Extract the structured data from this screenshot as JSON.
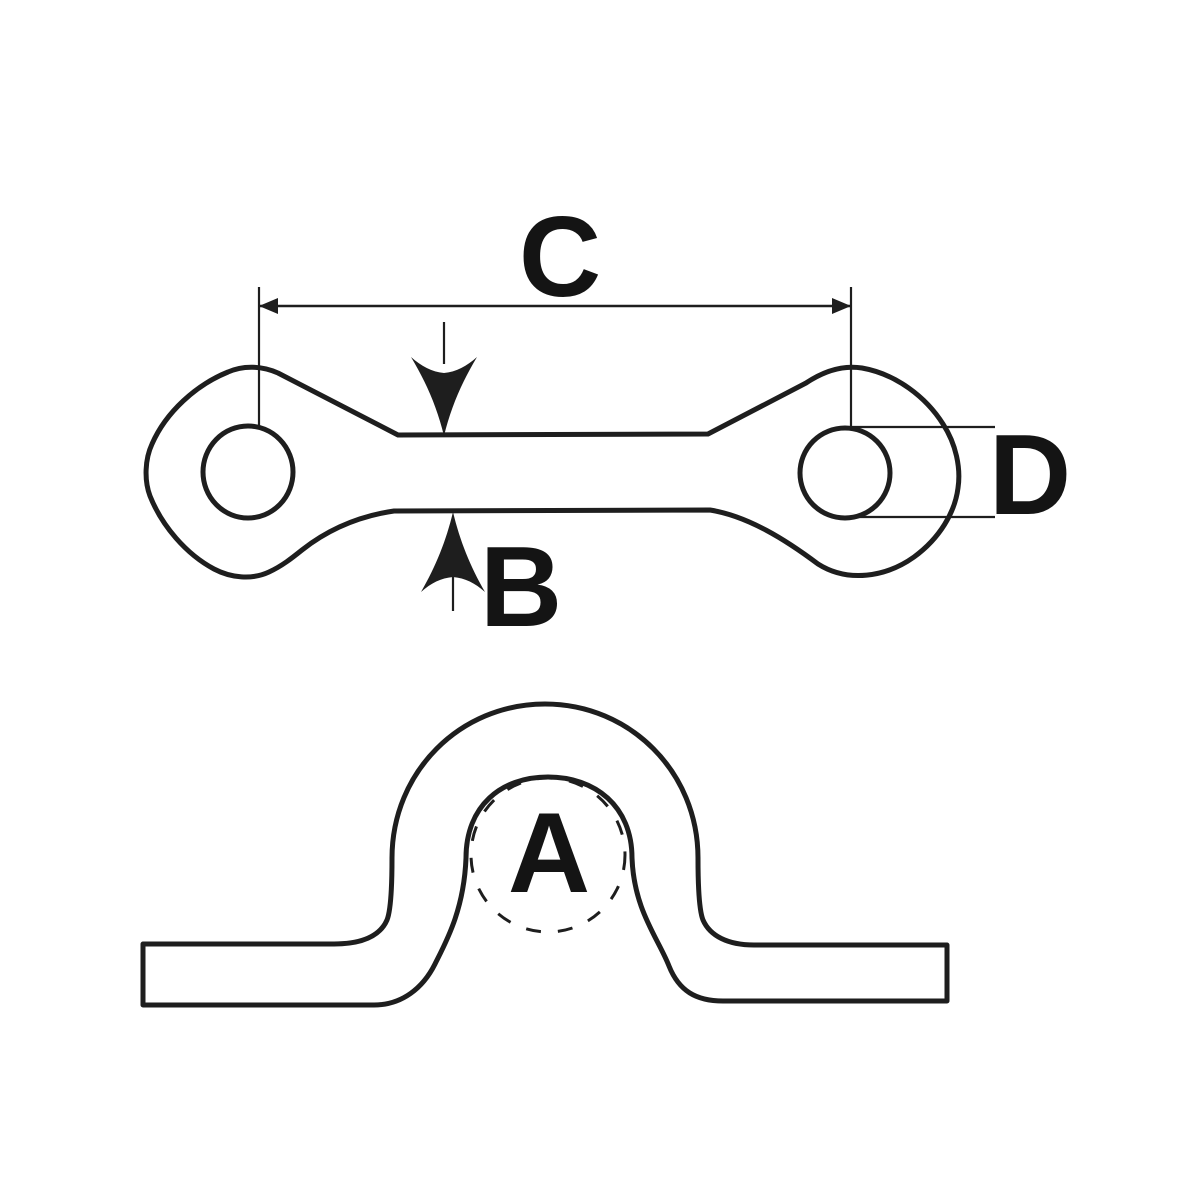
{
  "diagram": {
    "kind": "technical-dimension-drawing",
    "views": {
      "top_view": "eye strap seen from above (dog-bone plate with two holes)",
      "side_view": "eye strap profile (saddle / omega shape with dashed rod circle)"
    },
    "labels": {
      "a": "A",
      "b": "B",
      "c": "C",
      "d": "D"
    }
  },
  "colors": {
    "line": "#1e1e1e",
    "text": "#141414",
    "background": "#ffffff"
  }
}
